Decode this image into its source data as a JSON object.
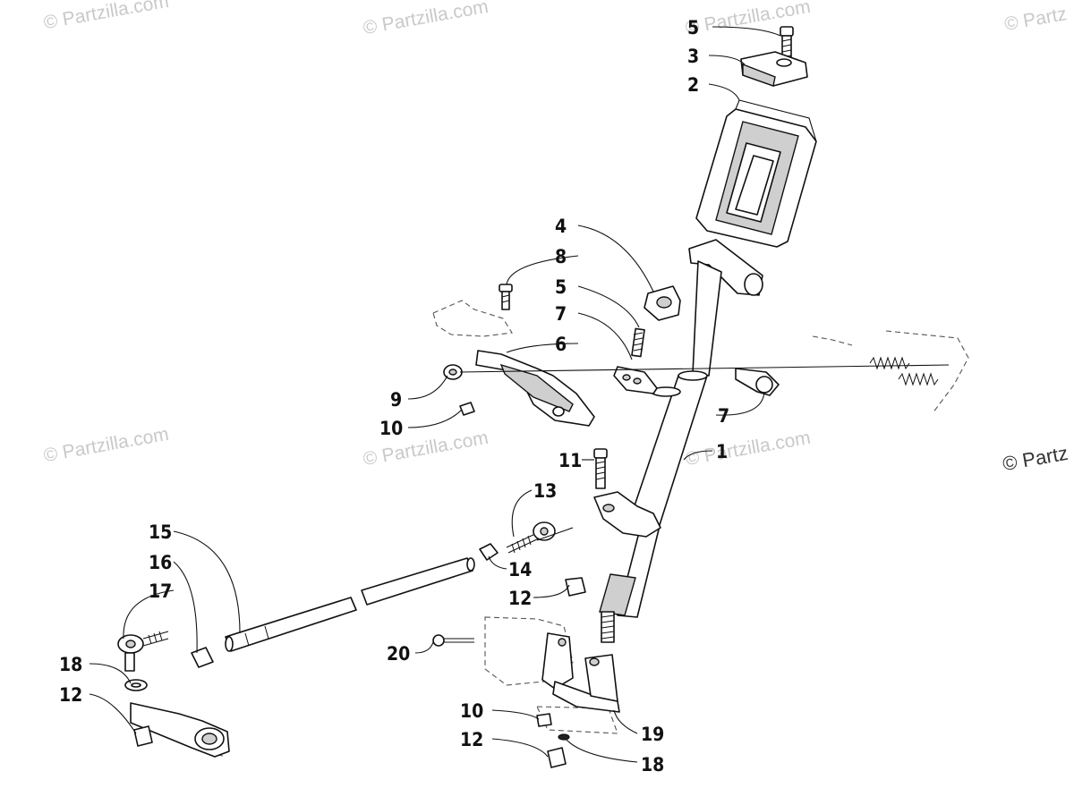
{
  "watermarks": [
    "© Partzilla.com",
    "© Partzilla.com",
    "© Partzilla.com",
    "© Partz",
    "© Partzilla.com",
    "© Partzilla.com",
    "© Partzilla.com"
  ],
  "edge_watermark": "© Partz",
  "callouts": [
    "5",
    "3",
    "2",
    "4",
    "8",
    "5",
    "7",
    "6",
    "9",
    "10",
    "7",
    "11",
    "1",
    "13",
    "15",
    "16",
    "17",
    "14",
    "12",
    "18",
    "12",
    "20",
    "10",
    "19",
    "12",
    "18"
  ]
}
